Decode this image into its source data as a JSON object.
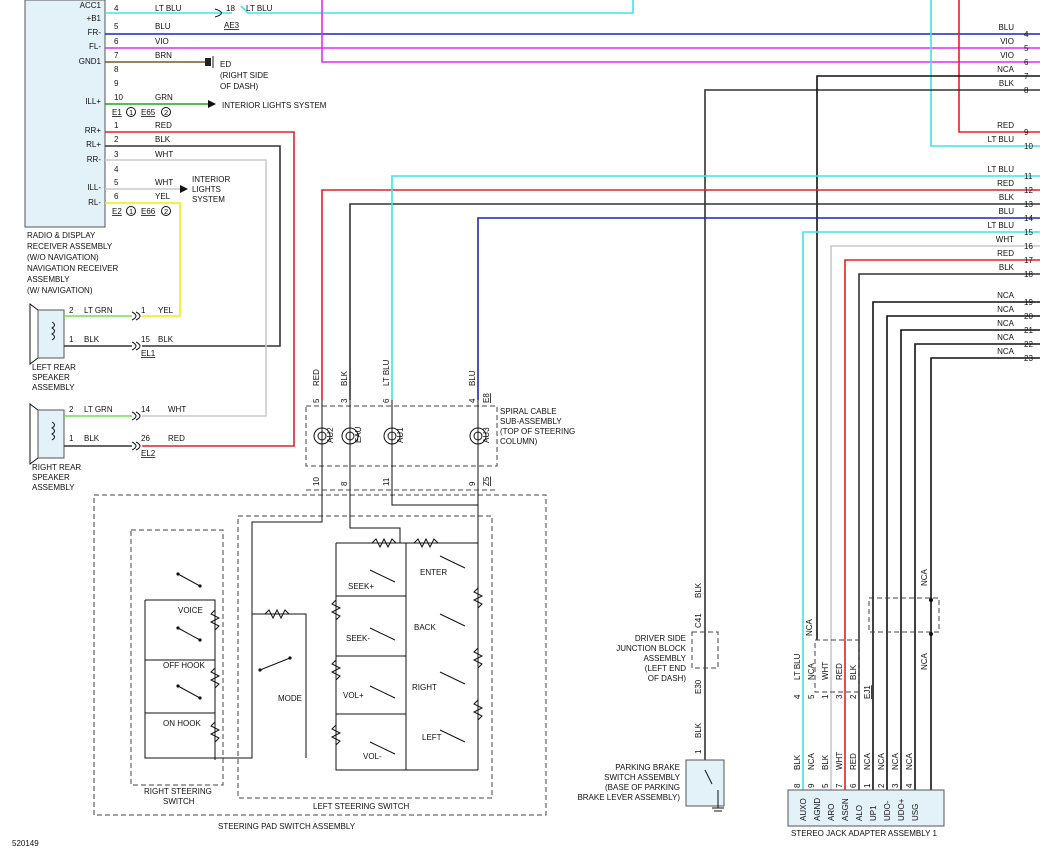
{
  "figure_id": "520149",
  "colors": {
    "RED": "#e8211f",
    "BLK": "#333333",
    "WHT": "#c9c9c9",
    "YEL": "#f2ea0f",
    "GRN": "#21a61e",
    "LT_GRN": "#6ee04e",
    "BLU": "#1c2aa8",
    "LT_BLU": "#3fe3ee",
    "VIO": "#e02df0",
    "BRN": "#7a5a18",
    "PINK": "#f19bd9"
  },
  "receiver": {
    "title": [
      "RADIO & DISPLAY",
      "RECEIVER ASSEMBLY",
      "(W/O NAVIGATION)",
      "NAVIGATION RECEIVER",
      "ASSEMBLY",
      "(W/ NAVIGATION)"
    ],
    "pins": [
      "ACC1",
      "+B1",
      "FR-",
      "FL-",
      "GND1",
      "ILL+",
      "RR+",
      "RL+",
      "RR-",
      "ILL-",
      "RL-"
    ],
    "conn_e1": "E1",
    "conn_e1_num": "1",
    "conn_e65": "E65",
    "conn_e65_num": "2",
    "conn_e2": "E2",
    "conn_e2_num": "1",
    "conn_e66": "E66",
    "conn_e66_num": "2",
    "top_pins": [
      {
        "pin": "4",
        "color": "LT BLU",
        "pin2": "18",
        "color2": "LT BLU",
        "conn": "AE3"
      },
      {
        "pin": "5",
        "color": "BLU"
      },
      {
        "pin": "6",
        "color": "VIO"
      },
      {
        "pin": "7",
        "color": "BRN"
      },
      {
        "pin": "8",
        "color": ""
      },
      {
        "pin": "9",
        "color": ""
      },
      {
        "pin": "10",
        "color": "GRN"
      }
    ],
    "bottom_pins": [
      {
        "pin": "1",
        "color": "RED"
      },
      {
        "pin": "2",
        "color": "BLK"
      },
      {
        "pin": "3",
        "color": "WHT"
      },
      {
        "pin": "4",
        "color": ""
      },
      {
        "pin": "5",
        "color": "WHT"
      },
      {
        "pin": "6",
        "color": "YEL"
      }
    ],
    "ground_label": [
      "ED",
      "(RIGHT SIDE",
      "OF DASH)"
    ],
    "interior_lights_1": "INTERIOR LIGHTS SYSTEM",
    "interior_lights_2": [
      "INTERIOR",
      "LIGHTS",
      "SYSTEM"
    ]
  },
  "left_rear_speaker": {
    "title": [
      "LEFT REAR",
      "SPEAKER",
      "ASSEMBLY"
    ],
    "pin_a": "2",
    "color_a": "LT GRN",
    "pin_a2": "1",
    "color_a2": "YEL",
    "pin_b": "1",
    "color_b": "BLK",
    "pin_b2": "15",
    "color_b2": "BLK",
    "conn": "EL1"
  },
  "right_rear_speaker": {
    "title": [
      "RIGHT REAR",
      "SPEAKER",
      "ASSEMBLY"
    ],
    "pin_a": "2",
    "color_a": "LT GRN",
    "pin_a2": "14",
    "color_a2": "WHT",
    "pin_b": "1",
    "color_b": "BLK",
    "pin_b2": "26",
    "color_b2": "RED",
    "conn": "EL2"
  },
  "spiral_cable": {
    "title": [
      "SPIRAL CABLE",
      "SUB-ASSEMBLY",
      "(TOP OF STEERING",
      "COLUMN)"
    ],
    "top_colors": [
      "RED",
      "BLK",
      "LT BLU",
      "BLU"
    ],
    "top_pins": [
      "5",
      "3",
      "6",
      "4"
    ],
    "conn_top": "E8",
    "coil_labels": [
      "AU2",
      "EAU",
      "AU1",
      "AU3"
    ],
    "bottom_pins": [
      "10",
      "8",
      "11",
      "9"
    ],
    "conn_bottom": "Z5"
  },
  "steering_pad": {
    "title": "STEERING PAD SWITCH ASSEMBLY",
    "right_title": [
      "RIGHT STEERING",
      "SWITCH"
    ],
    "left_title": "LEFT STEERING SWITCH",
    "right_switches": [
      "VOICE",
      "OFF HOOK",
      "ON HOOK"
    ],
    "mode": "MODE",
    "left_switches": [
      "SEEK+",
      "ENTER",
      "SEEK-",
      "BACK",
      "VOL+",
      "RIGHT",
      "VOL-",
      "LEFT"
    ]
  },
  "right_side_wires": [
    {
      "num": "4",
      "color": "BLU"
    },
    {
      "num": "5",
      "color": "VIO"
    },
    {
      "num": "6",
      "color": "VIO"
    },
    {
      "num": "7",
      "color": "NCA"
    },
    {
      "num": "8",
      "color": "BLK"
    },
    {
      "num": "9",
      "color": "RED"
    },
    {
      "num": "10",
      "color": "LT BLU"
    },
    {
      "num": "11",
      "color": "LT BLU"
    },
    {
      "num": "12",
      "color": "RED"
    },
    {
      "num": "13",
      "color": "BLK"
    },
    {
      "num": "14",
      "color": "BLU"
    },
    {
      "num": "15",
      "color": "LT BLU"
    },
    {
      "num": "16",
      "color": "WHT"
    },
    {
      "num": "17",
      "color": "RED"
    },
    {
      "num": "18",
      "color": "BLK"
    },
    {
      "num": "19",
      "color": "NCA"
    },
    {
      "num": "20",
      "color": "NCA"
    },
    {
      "num": "21",
      "color": "NCA"
    },
    {
      "num": "22",
      "color": "NCA"
    },
    {
      "num": "23",
      "color": "NCA"
    }
  ],
  "junction_block": {
    "title": [
      "DRIVER SIDE",
      "JUNCTION BLOCK",
      "ASSEMBLY",
      "(LEFT END",
      "OF DASH)"
    ],
    "conn_top": "C41",
    "color_top": "BLK",
    "conn_bottom": "E30"
  },
  "parking_brake": {
    "title": [
      "PARKING BRAKE",
      "SWITCH ASSEMBLY",
      "(BASE OF PARKING",
      "BRAKE LEVER ASSEMBLY)"
    ],
    "pin": "1",
    "color": "BLK"
  },
  "stereo_jack": {
    "title": "STEREO JACK ADAPTER ASSEMBLY 1",
    "pins": [
      {
        "label": "AUXO",
        "pin": "8",
        "color": "BLK"
      },
      {
        "label": "AGND",
        "pin": "9",
        "color": "NCA"
      },
      {
        "label": "ARO",
        "pin": "5",
        "color": "BLK"
      },
      {
        "label": "ASGN",
        "pin": "7",
        "color": "WHT"
      },
      {
        "label": "ALO",
        "pin": "6",
        "color": "RED"
      },
      {
        "label": "UP1",
        "pin": "1",
        "color": "NCA"
      },
      {
        "label": "UDO-",
        "pin": "2",
        "color": "NCA"
      },
      {
        "label": "UDO+",
        "pin": "3",
        "color": "NCA"
      },
      {
        "label": "USG",
        "pin": "4",
        "color": "NCA"
      }
    ],
    "upper_pins": [
      {
        "pin": "4",
        "color": "LT BLU"
      },
      {
        "pin": "5",
        "color": "NCA"
      },
      {
        "pin": "1",
        "color": "WHT"
      },
      {
        "pin": "3",
        "color": "RED"
      },
      {
        "pin": "2",
        "color": "BLK"
      }
    ],
    "upper_conn": "EJ1",
    "upper_nca": "NCA",
    "right_nca": [
      "NCA",
      "NCA"
    ]
  }
}
